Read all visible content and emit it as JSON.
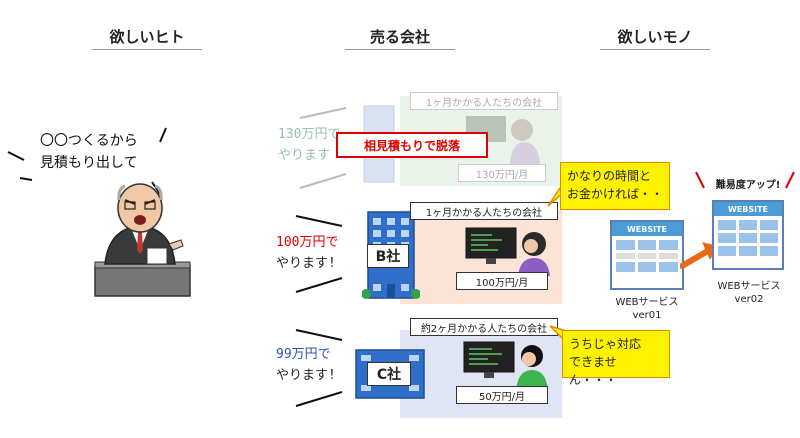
{
  "headers": {
    "want_people": "欲しいヒト",
    "seller": "売る会社",
    "want_thing": "欲しいモノ"
  },
  "client": {
    "speech_line1": "〇〇つくるから",
    "speech_line2": "見積もり出して"
  },
  "company_a": {
    "offer_line1": "130万円で",
    "offer_line2": "やります",
    "team_label": "1ヶ月かかる人たちの会社",
    "price": "130万円/月",
    "dropout": "相見積もりで脱落"
  },
  "company_b": {
    "offer_line1": "100万円で",
    "offer_line2": "やります!",
    "name": "B社",
    "team_label": "1ヶ月かかる人たちの会社",
    "price": "100万円/月",
    "comment_line1": "かなりの時間と",
    "comment_line2": "お金かければ・・"
  },
  "company_c": {
    "offer_line1": "99万円で",
    "offer_line2": "やります!",
    "name": "C社",
    "team_label": "約2ヶ月かかる人たちの会社",
    "price": "50万円/月",
    "comment_line1": "うちじゃ対応",
    "comment_line2": "できません・・・"
  },
  "websites": {
    "logo_text": "WEBSITE",
    "v1_line1": "WEBサービス",
    "v1_line2": "ver01",
    "v2_line1": "WEBサービス",
    "v2_line2": "ver02",
    "difficulty_up": "難易度アップ!"
  },
  "colors": {
    "offer_a": "#9ac0aa",
    "offer_b": "#e00000",
    "offer_c": "#2a55b5",
    "panel_a": "#eaf3ea",
    "panel_b": "#fbe3d6",
    "panel_c": "#dfe5f5",
    "alert_red": "#e00000",
    "yellow": "#fff200",
    "arrow_orange": "#e96a16"
  }
}
